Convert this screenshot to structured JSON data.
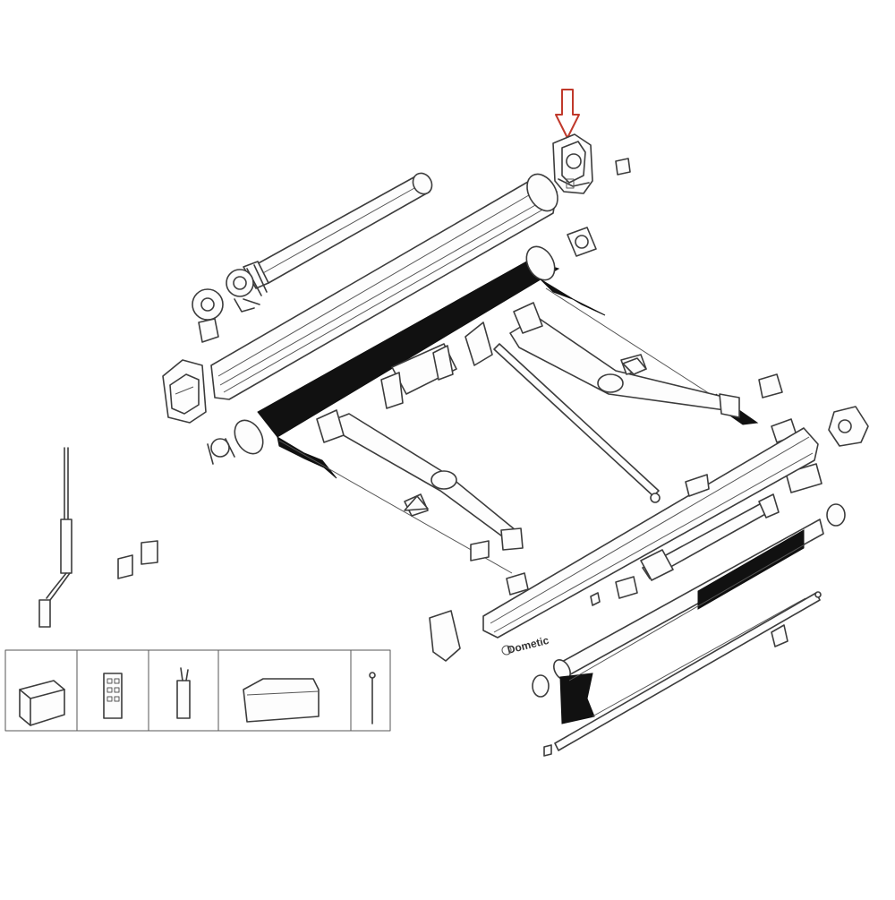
{
  "diagram": {
    "kind": "exploded-parts-view",
    "highlighted_part": "right-end-cap",
    "brand_mark": "Dometic",
    "colors": {
      "line": "#3c3c3c",
      "fabric": "#111111",
      "highlight_arrow": "#c0392b",
      "background": "#ffffff"
    },
    "accessories": [
      {
        "name": "storage-bag",
        "icon": "bag-icon"
      },
      {
        "name": "remote-control",
        "icon": "remote-icon"
      },
      {
        "name": "rafter-strap",
        "icon": "strap-icon"
      },
      {
        "name": "tent-cover",
        "icon": "cover-icon"
      },
      {
        "name": "antenna-rod",
        "icon": "rod-icon"
      }
    ]
  }
}
